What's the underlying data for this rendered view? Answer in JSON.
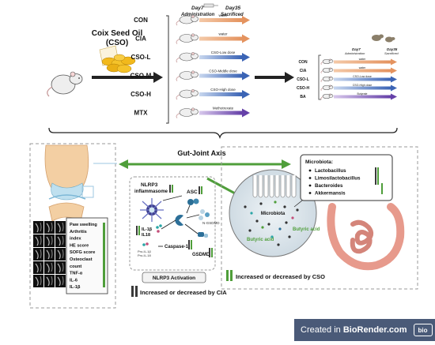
{
  "figure": {
    "cso_title": "Coix Seed Oil",
    "cso_abbrev": "(CSO)",
    "day7": "Day7",
    "administration": "Administration",
    "day35": "Day35",
    "sacrificed": "Sacrificed",
    "groups": [
      {
        "code": "CON",
        "treatment": "water"
      },
      {
        "code": "CIA",
        "treatment": "water"
      },
      {
        "code": "CSO-L",
        "treatment": "CSO-Low dose"
      },
      {
        "code": "CSO-M",
        "treatment": "CSO-Middle dose"
      },
      {
        "code": "CSO-H",
        "treatment": "CSO-High dose"
      },
      {
        "code": "MTX",
        "treatment": "Methotrexate"
      }
    ],
    "groups2": [
      {
        "code": "CON",
        "treatment": "water"
      },
      {
        "code": "CIA",
        "treatment": "water"
      },
      {
        "code": "CSO-L",
        "treatment": "CSO-Low dose"
      },
      {
        "code": "CSO-H",
        "treatment": "CSO-High dose"
      },
      {
        "code": "BA",
        "treatment": "Butyrate"
      }
    ],
    "gut_joint_axis": "Gut-Joint Axis",
    "joint_params": [
      "Paw swelling",
      "Arthritis",
      "index",
      "HE score",
      "SOFG score",
      "Osteoclast",
      "count",
      "TNF-α",
      "IL-6",
      "IL-1β"
    ],
    "nlrp3": {
      "inflammasome_line1": "NLRP3",
      "inflammasome_line2": "inflammasome",
      "asc": "ASC",
      "il1b": "IL-1β",
      "il18": "IL18",
      "pro_il1b": "Pro-IL-1β",
      "pro_il18": "Pro-IL-18",
      "caspase1": "Caspase-1",
      "ngsdmd": "N-GSDMD",
      "gsdmd": "GSDMD",
      "activation": "NLRP3 Activation"
    },
    "microbiota": {
      "title": "Microbiota:",
      "items": [
        "Lactobacillus",
        "Limosilactobacillus",
        "Bacteroides",
        "Akkermansis"
      ],
      "label": "Microbiota",
      "butyric1": "Butyric acid",
      "butyric2": "Butyric acid"
    },
    "legend": {
      "cia": "Increased or decreased by CIA",
      "cso": "Increased or decreased by CSO"
    },
    "credit": {
      "prefix": "Created in ",
      "brand": "BioRender.com",
      "badge": "bio"
    }
  },
  "colors": {
    "arrow_dark": "#222222",
    "green": "#4f9e3a",
    "gray_bar": "#3a3a3a",
    "capsule": "#f0b820",
    "bone": "#f3cfa3",
    "gut": "#e79a8c",
    "credit_bg": "#4a5a78"
  }
}
